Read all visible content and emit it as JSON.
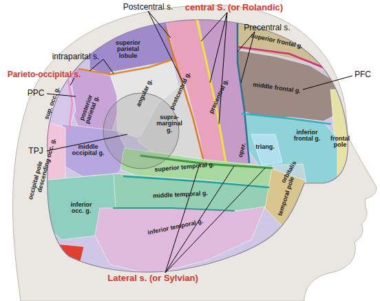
{
  "diagram": {
    "labels": [
      "Postcentral s.",
      "central S. (or Rolandic)",
      "Precentral s.",
      "intraparital s.",
      "Parieto-occipital s.",
      "PPC",
      "TPJ",
      "PFC",
      "Lateral s. (or Sylvian)",
      "superior frontal g.",
      "middle frontal g.",
      "inferior frontal g.",
      "frontal pole",
      "triang.",
      "orbitalis",
      "oper.",
      "precentral g.",
      "postcentral g.",
      "superior parietal lobule",
      "posterior parietal g.",
      "angular g.",
      "supra- marginal g.",
      "superior temporal g.",
      "middle temporal g.",
      "inferior temporal g.",
      "temporal pole",
      "sup. occ. g.",
      "middle occipital g.",
      "descending occ. g.",
      "occipital pole",
      "inferior occ. g."
    ]
  }
}
